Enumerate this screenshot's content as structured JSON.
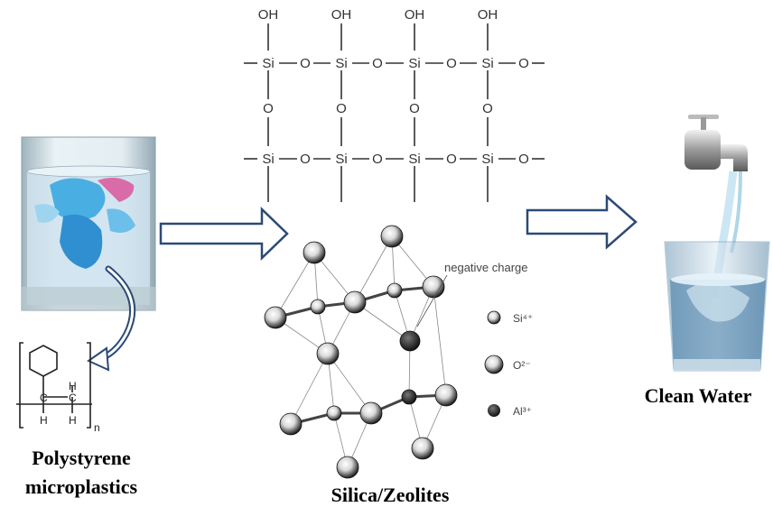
{
  "colors": {
    "arrow_stroke": "#2c4a75",
    "arrow_fill": "#ffffff",
    "water_tint": "#cfe3ee",
    "plastic_blue": "#3aa7e0",
    "plastic_pink": "#d9569b",
    "atom_dark": "#2b2b2b"
  },
  "silica_structure": {
    "oh_label": "OH",
    "si_label": "Si",
    "o_label": "O"
  },
  "polymer": {
    "h_label": "H",
    "c_label": "C",
    "n_label": "n"
  },
  "legend": {
    "negative_charge": "negative charge",
    "si_label": "Si⁴⁺",
    "o_label": "O²⁻",
    "al_label": "Al³⁺"
  },
  "labels": {
    "polystyrene_line1": "Polystyrene",
    "polystyrene_line2": "microplastics",
    "silica_zeolites": "Silica/Zeolites",
    "clean_water": "Clean Water"
  }
}
